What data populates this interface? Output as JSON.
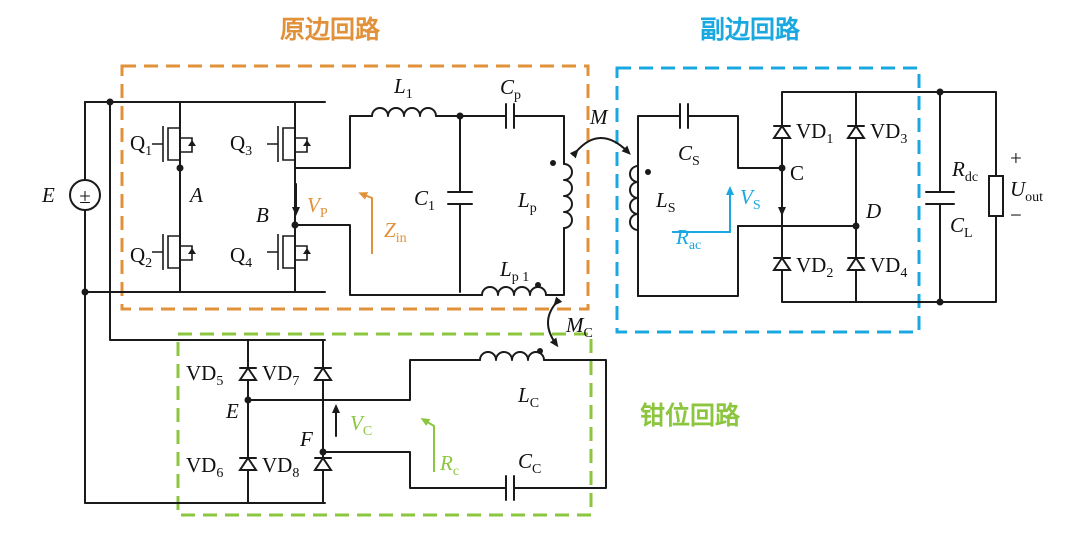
{
  "colors": {
    "primary": "#E0913A",
    "secondary": "#1AA8E0",
    "clamp": "#8CC63F",
    "wire": "#1a1a1a"
  },
  "regions": {
    "primary": "原边回路",
    "secondary": "副边回路",
    "clamp": "钳位回路"
  },
  "source": {
    "symbol": "E",
    "polarity": "±"
  },
  "switches": [
    {
      "base": "Q",
      "sub": "1"
    },
    {
      "base": "Q",
      "sub": "3"
    },
    {
      "base": "Q",
      "sub": "2"
    },
    {
      "base": "Q",
      "sub": "4"
    }
  ],
  "nodes": {
    "A": "A",
    "B": "B",
    "C": "C",
    "D": "D",
    "E": "E",
    "F": "F"
  },
  "components": {
    "L1": {
      "base": "L",
      "sub": "1"
    },
    "Cp": {
      "base": "C",
      "sub": "p"
    },
    "C1": {
      "base": "C",
      "sub": "1"
    },
    "Lp": {
      "base": "L",
      "sub": "p"
    },
    "Lp1": {
      "base": "L",
      "sub": "p 1"
    },
    "M": {
      "base": "M",
      "sub": ""
    },
    "Mc": {
      "base": "M",
      "sub": "C"
    },
    "Ls": {
      "base": "L",
      "sub": "S"
    },
    "Cs": {
      "base": "C",
      "sub": "S"
    },
    "Rdc": {
      "base": "R",
      "sub": "dc"
    },
    "CL": {
      "base": "C",
      "sub": "L"
    },
    "Uout": {
      "base": "U",
      "sub": "out",
      "plus": "+",
      "minus": "−"
    },
    "Lc": {
      "base": "L",
      "sub": "C"
    },
    "Cc": {
      "base": "C",
      "sub": "C"
    }
  },
  "diodes": {
    "VD1": {
      "base": "VD",
      "sub": "1"
    },
    "VD3": {
      "base": "VD",
      "sub": "3"
    },
    "VD2": {
      "base": "VD",
      "sub": "2"
    },
    "VD4": {
      "base": "VD",
      "sub": "4"
    },
    "VD5": {
      "base": "VD",
      "sub": "5"
    },
    "VD7": {
      "base": "VD",
      "sub": "7"
    },
    "VD6": {
      "base": "VD",
      "sub": "6"
    },
    "VD8": {
      "base": "VD",
      "sub": "8"
    }
  },
  "signals": {
    "Vp": {
      "base": "V",
      "sub": "P"
    },
    "Zin": {
      "base": "Z",
      "sub": "in"
    },
    "Vs": {
      "base": "V",
      "sub": "S"
    },
    "Rac": {
      "base": "R",
      "sub": "ac"
    },
    "Vc": {
      "base": "V",
      "sub": "C"
    },
    "Rc": {
      "base": "R",
      "sub": "c"
    }
  }
}
